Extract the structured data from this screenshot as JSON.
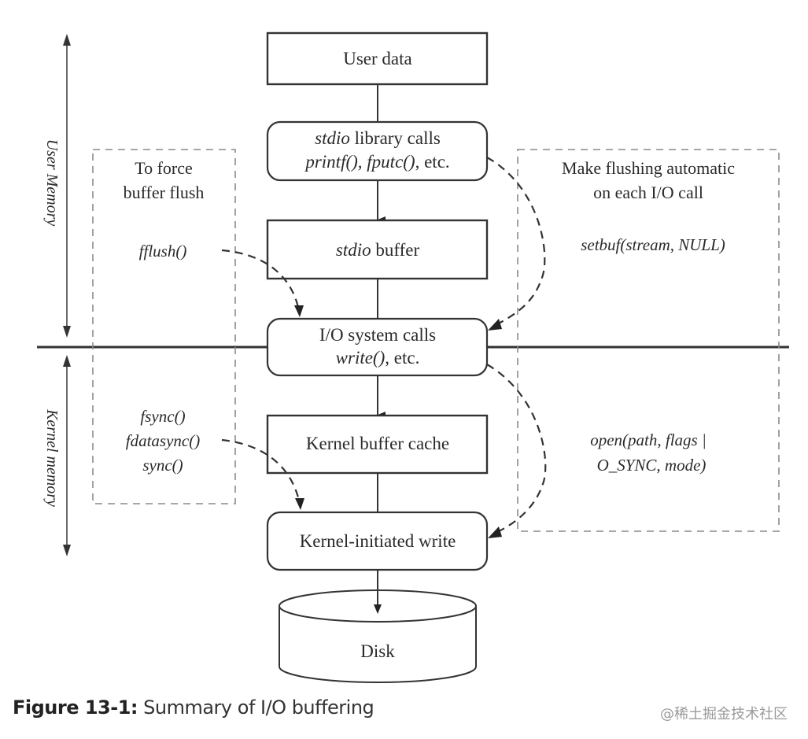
{
  "figure": {
    "caption_label": "Figure 13-1:",
    "caption_text": " Summary of I/O buffering",
    "watermark": "@稀土掘金技术社区"
  },
  "regions": {
    "user": "User Memory",
    "kernel": "Kernel memory"
  },
  "nodes": {
    "user_data": {
      "line1": "User data"
    },
    "stdio_calls": {
      "line1_it": "stdio",
      "line1": " library calls",
      "line2_it": "printf(), fputc()",
      "line2": ", etc."
    },
    "stdio_buffer": {
      "line1_it": "stdio",
      "line1": " buffer"
    },
    "io_syscalls": {
      "line1": "I/O system calls",
      "line2_it": "write()",
      "line2": ", etc."
    },
    "kernel_cache": {
      "line1": "Kernel buffer cache"
    },
    "kernel_write": {
      "line1": "Kernel-initiated write"
    },
    "disk": {
      "line1": "Disk"
    }
  },
  "notes": {
    "force_flush": {
      "title1": "To force",
      "title2": "buffer flush",
      "call": "fflush()"
    },
    "sync_calls": {
      "l1": "fsync()",
      "l2": "fdatasync()",
      "l3": "sync()"
    },
    "auto_flush": {
      "title1": "Make flushing automatic",
      "title2": "on each I/O call",
      "call": "setbuf(stream, NULL)"
    },
    "osync": {
      "l1": "open(path, flags |",
      "l2": "O_SYNC, mode)"
    }
  },
  "colors": {
    "stroke": "#333333",
    "dashed_box": "#8a8a8a",
    "text": "#2a2a2a"
  }
}
